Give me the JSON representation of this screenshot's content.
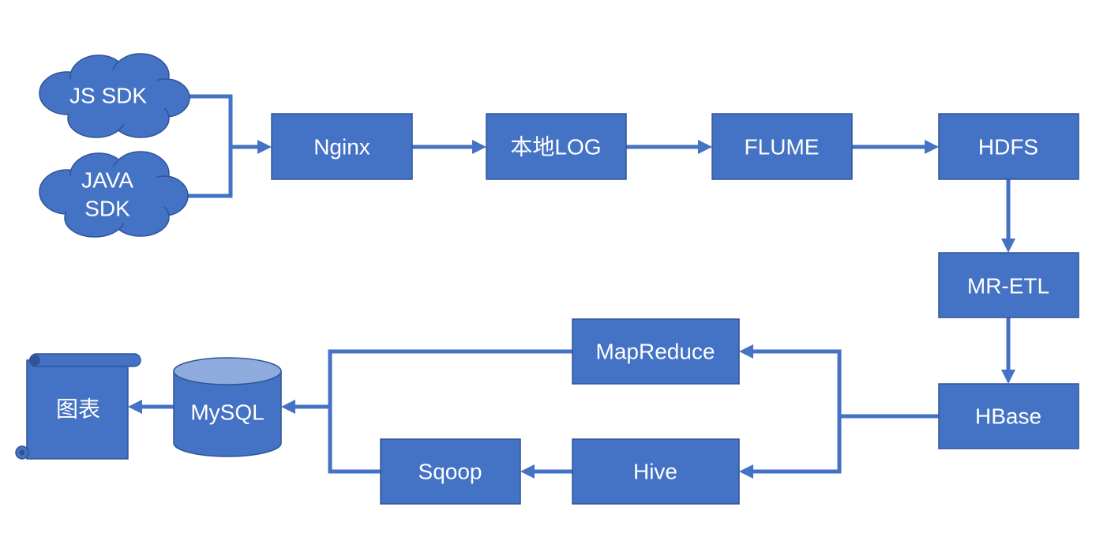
{
  "colors": {
    "node_fill": "#4472C4",
    "node_stroke": "#2F5597",
    "connector": "#4472C4",
    "cylinder_top": "#8FAADC",
    "text": "#ffffff"
  },
  "nodes": {
    "js_sdk": {
      "label": "JS SDK",
      "shape": "cloud"
    },
    "java_sdk": {
      "line1": "JAVA",
      "line2": "SDK",
      "shape": "cloud"
    },
    "nginx": {
      "label": "Nginx",
      "shape": "rectangle"
    },
    "local_log": {
      "label": "本地LOG",
      "shape": "rectangle"
    },
    "flume": {
      "label": "FLUME",
      "shape": "rectangle"
    },
    "hdfs": {
      "label": "HDFS",
      "shape": "rectangle"
    },
    "mr_etl": {
      "label": "MR-ETL",
      "shape": "rectangle"
    },
    "hbase": {
      "label": "HBase",
      "shape": "rectangle"
    },
    "mapreduce": {
      "label": "MapReduce",
      "shape": "rectangle"
    },
    "hive": {
      "label": "Hive",
      "shape": "rectangle"
    },
    "sqoop": {
      "label": "Sqoop",
      "shape": "rectangle"
    },
    "mysql": {
      "label": "MySQL",
      "shape": "cylinder"
    },
    "chart": {
      "label": "图表",
      "shape": "scroll"
    }
  },
  "edges": [
    {
      "from": "js_sdk",
      "to": "nginx"
    },
    {
      "from": "java_sdk",
      "to": "nginx"
    },
    {
      "from": "nginx",
      "to": "local_log"
    },
    {
      "from": "local_log",
      "to": "flume"
    },
    {
      "from": "flume",
      "to": "hdfs"
    },
    {
      "from": "hdfs",
      "to": "mr_etl"
    },
    {
      "from": "mr_etl",
      "to": "hbase"
    },
    {
      "from": "hbase",
      "to": "mapreduce"
    },
    {
      "from": "hbase",
      "to": "hive"
    },
    {
      "from": "hive",
      "to": "sqoop"
    },
    {
      "from": "mapreduce",
      "to": "mysql"
    },
    {
      "from": "sqoop",
      "to": "mysql"
    },
    {
      "from": "mysql",
      "to": "chart"
    }
  ]
}
